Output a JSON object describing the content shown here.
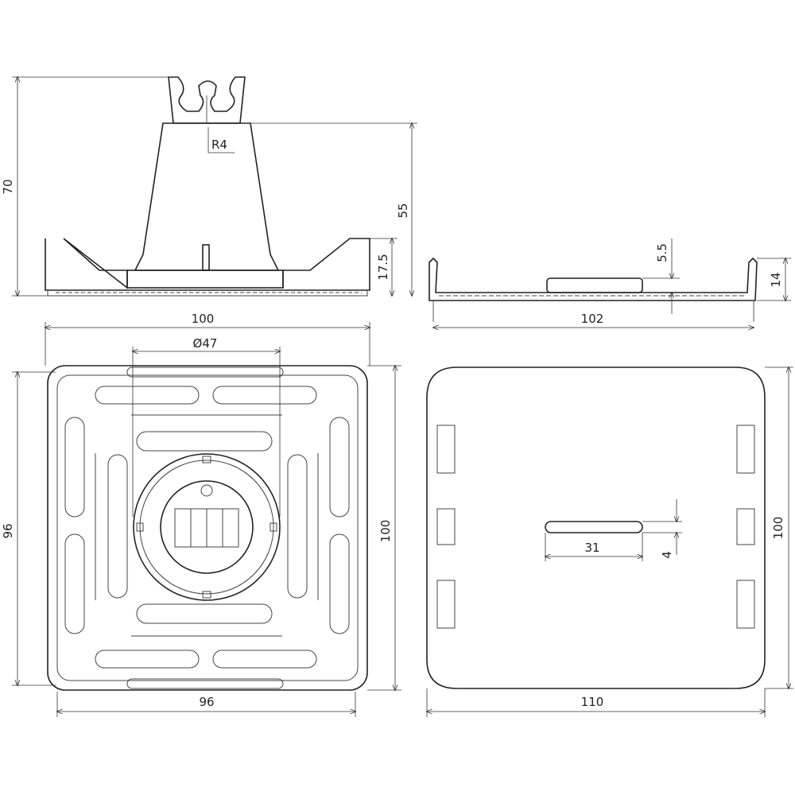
{
  "dimensions": {
    "side_height_total": "70",
    "radius_clamp": "R4",
    "side_height_cone": "55",
    "side_height_base": "17.5",
    "profile_bump_height": "5.5",
    "profile_height": "14",
    "profile_width": "102",
    "top_width": "100",
    "ring_diameter": "Ø47",
    "top_left_height": "96",
    "top_right_height": "100",
    "top_bottom_width": "96",
    "bottom_width": "110",
    "bottom_height": "100",
    "slot_length": "31",
    "slot_width": "4"
  }
}
